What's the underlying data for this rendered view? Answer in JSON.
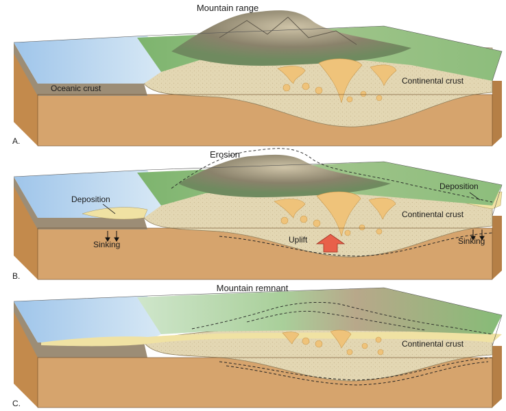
{
  "panels": [
    {
      "letter": "A.",
      "title": "Mountain range",
      "labels": {
        "oceanic_crust": "Oceanic crust",
        "continental_crust": "Continental crust"
      }
    },
    {
      "letter": "B.",
      "title": "Erosion",
      "labels": {
        "deposition_left": "Deposition",
        "deposition_right": "Deposition",
        "continental_crust": "Continental crust",
        "sinking_left": "Sinking",
        "sinking_right": "Sinking",
        "uplift": "Uplift"
      }
    },
    {
      "letter": "C.",
      "title": "Mountain remnant",
      "labels": {
        "continental_crust": "Continental crust"
      }
    }
  ],
  "colors": {
    "ocean": "#bcd8ef",
    "mantle": "#d6a46d",
    "mantle_side": "#c0894f",
    "continental_crust": "#e3d7b3",
    "oceanic_crust": "#9c8d76",
    "forest": "#7fb872",
    "mountain": "#8f8670",
    "sediment": "#f0e2a3",
    "magma": "#efc37a",
    "uplift_arrow": "#e8604a"
  }
}
